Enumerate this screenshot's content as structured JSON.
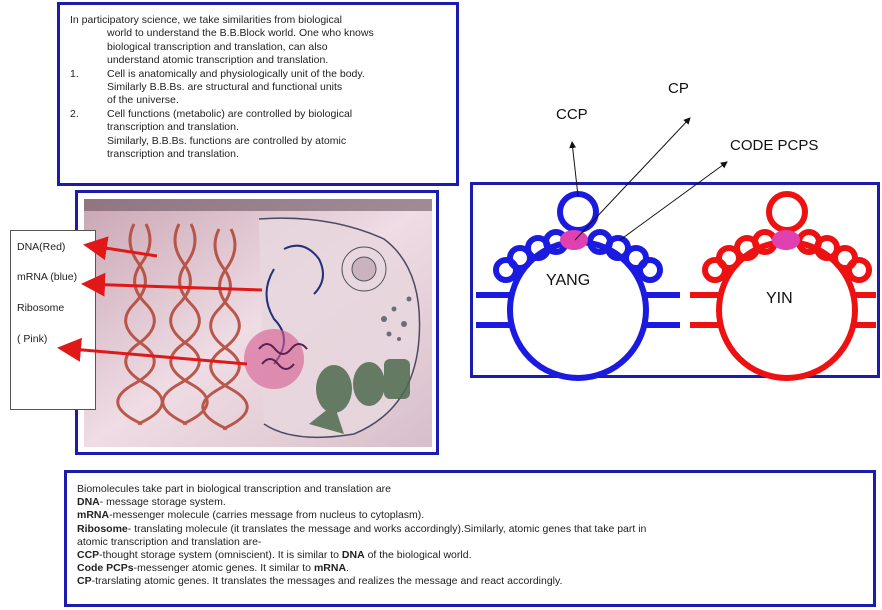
{
  "intro": {
    "line1": "In participatory science, we take similarities  from biological",
    "line2": "world to understand  the B.B.Block world. One who knows",
    "line3": "biological transcription and translation, can also",
    "line4": "understand atomic transcription and translation.",
    "item1_num": "1.",
    "item1_a": "Cell is anatomically and physiologically unit of the body.",
    "item1_b": "Similarly B.B.Bs. are structural and functional units",
    "item1_c": "of the universe.",
    "item2_num": "2.",
    "item2_a": "Cell functions (metabolic) are controlled by biological",
    "item2_b": "transcription and translation.",
    "item2_c": "Similarly, B.B.Bs. functions are controlled by atomic",
    "item2_d": "transcription and translation."
  },
  "photo_labels": {
    "dna": "DNA(Red)",
    "mrna": "mRNA (blue)",
    "ribosome": "Ribosome",
    "pink": "( Pink)"
  },
  "diagram": {
    "ccp": "CCP",
    "cp": "CP",
    "code_pcps": "CODE PCPS",
    "yang": "YANG",
    "yin": "YIN"
  },
  "glossary": {
    "intro": "Biomolecules  take part in biological transcription and translation are",
    "dna_term": "DNA",
    "dna_def": "- message storage system.",
    "mrna_term": "mRNA",
    "mrna_def": "-messenger molecule (carries message from nucleus to cytoplasm).",
    "ribo_term": "Ribosome",
    "ribo_def": "- translating molecule (it translates the message and works accordingly).Similarly,  atomic genes that take part in",
    "ribo_def2": "atomic transcription and translation are-",
    "ccp_term": "CCP",
    "ccp_def": "-thought storage system (omniscient).  It is similar  to ",
    "ccp_term2": "DNA",
    "ccp_def2": " of the biological  world.",
    "code_term": "Code PCPs",
    "code_def": "-messenger atomic genes. It similar  to ",
    "code_term2": "mRNA",
    "code_def2": ".",
    "cp_term": "CP",
    "cp_def": "-trarslating atomic genes. It translates the messages and realizes the message and react accordingly."
  },
  "colors": {
    "frame": "#1b1bb0",
    "yang": "#1a1ae0",
    "yin": "#ee1111",
    "cp_node": "#e040b0",
    "arrow": "#e01818"
  }
}
